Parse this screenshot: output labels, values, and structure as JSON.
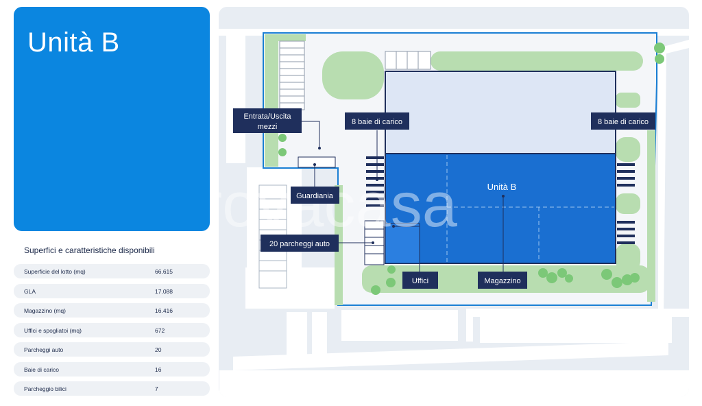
{
  "title": "Unità B",
  "specs_heading": "Superfici e caratteristiche disponibili",
  "specs": [
    {
      "label": "Superficie del lotto (mq)",
      "value": "66.615"
    },
    {
      "label": "GLA",
      "value": "17.088"
    },
    {
      "label": "Magazzino (mq)",
      "value": "16.416"
    },
    {
      "label": "Uffici e spogliatoi (mq)",
      "value": "672"
    },
    {
      "label": "Parcheggi auto",
      "value": "20"
    },
    {
      "label": "Baie di carico",
      "value": "16"
    },
    {
      "label": "Parcheggio bilici",
      "value": "7"
    }
  ],
  "map": {
    "entrance_line1": "Entrata/Uscita",
    "entrance_line2": "mezzi",
    "bays_left": "8 baie di carico",
    "bays_right": "8 baie di carico",
    "guardhouse": "Guardiania",
    "unit": "Unità B",
    "parking": "20 parcheggi auto",
    "offices": "Uffici",
    "warehouse": "Magazzino"
  },
  "watermark": "trovacasa",
  "colors": {
    "brand_blue": "#0b86e0",
    "label_navy": "#1f2f5c",
    "unit_blue": "#1a6fd1",
    "light_building": "#dde6f5",
    "lawn": "#b8ddb0"
  }
}
